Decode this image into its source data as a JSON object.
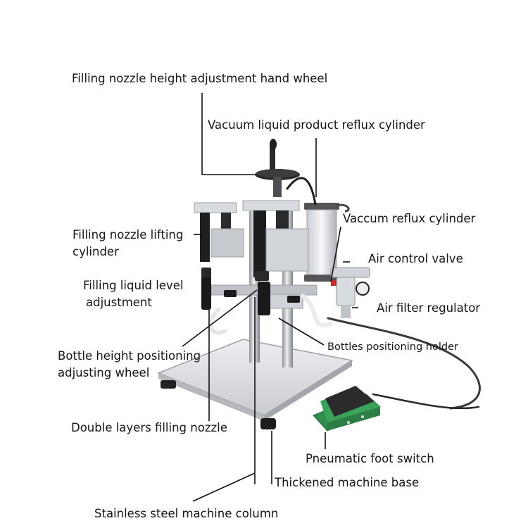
{
  "labels": {
    "hand_wheel": "Filling nozzle height adjustment hand wheel",
    "vacuum_product_reflux": "Vacuum liquid product reflux cylinder",
    "vaccum_reflux": "Vaccum reflux cylinder",
    "nozzle_lifting_line1": "Filling nozzle lifting",
    "nozzle_lifting_line2": "cylinder",
    "air_control_valve": "Air control valve",
    "level_adjust_line1": "Filling liquid level",
    "level_adjust_line2": "adjustment",
    "air_filter_regulator": "Air filter regulator",
    "bottle_height_line1": "Bottle height positioning",
    "bottle_height_line2": "adjusting wheel",
    "bottles_holder": "Bottles positioning holder",
    "double_nozzle": "Double layers filling nozzle",
    "foot_switch": "Pneumatic foot switch",
    "machine_base": "Thickened machine base",
    "machine_column": "Stainless steel machine column"
  },
  "colors": {
    "foot_switch_green": "#3aa35a",
    "pointer_line": "#111111"
  }
}
